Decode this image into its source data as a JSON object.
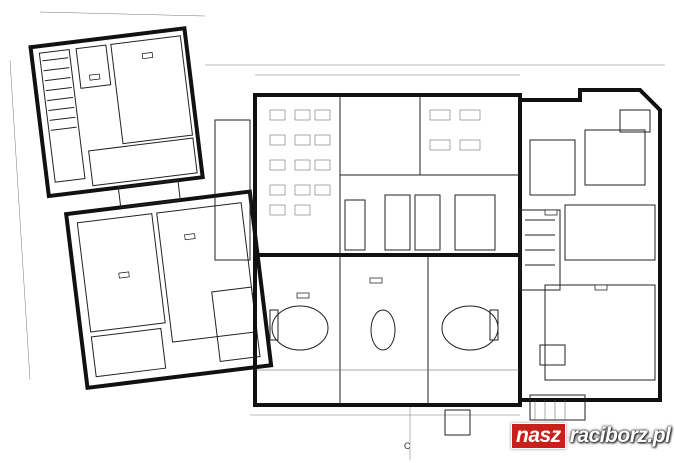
{
  "logo": {
    "part1": "nasz",
    "part2": "raciborz.pl",
    "brand_color": "#c8211c"
  },
  "section_marker": "C"
}
